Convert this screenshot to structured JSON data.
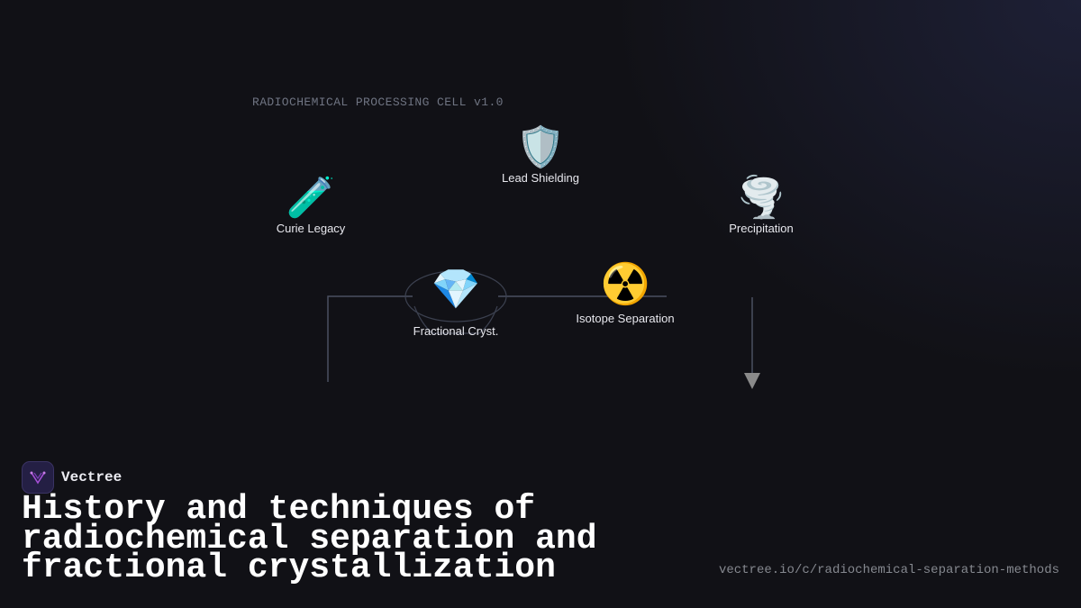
{
  "diagram": {
    "title": "RADIOCHEMICAL PROCESSING CELL v1.0",
    "nodes": [
      {
        "id": "curie-legacy",
        "emoji": "🧪",
        "label": "Curie Legacy"
      },
      {
        "id": "lead-shielding",
        "emoji": "🛡️",
        "label": "Lead Shielding"
      },
      {
        "id": "precipitation",
        "emoji": "🌪️",
        "label": "Precipitation"
      },
      {
        "id": "fractional-cryst",
        "emoji": "💎",
        "label": "Fractional Cryst."
      },
      {
        "id": "isotope-separation",
        "emoji": "☢️",
        "label": "Isotope Separation"
      }
    ]
  },
  "brand": {
    "name": "Vectree",
    "logo_icon": "vectree-logo-icon"
  },
  "headline": "History and techniques of radiochemical separation and fractional crystallization",
  "url": "vectree.io/c/radiochemical-separation-methods",
  "colors": {
    "background": "#111116",
    "connector": "#4a5060",
    "arrow": "#8a8a8a",
    "title": "#6f7482"
  }
}
